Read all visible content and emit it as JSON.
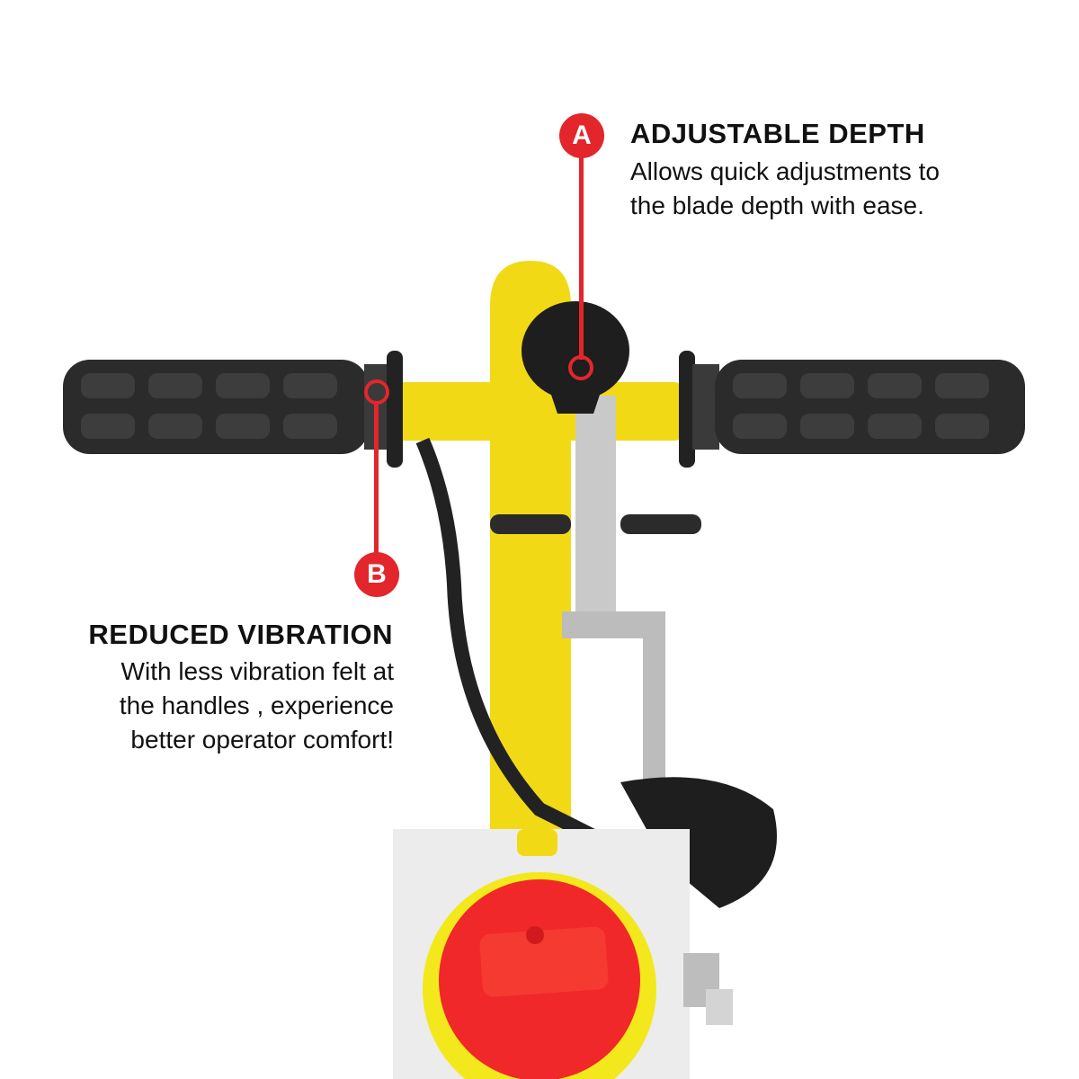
{
  "callouts": [
    {
      "marker": "A",
      "title": "ADJUSTABLE DEPTH",
      "body_lines": [
        "Allows quick adjustments to",
        "the blade depth with ease."
      ]
    },
    {
      "marker": "B",
      "title": "REDUCED VIBRATION",
      "body_lines": [
        "With less vibration felt at",
        "the handles , experience",
        "better operator comfort!"
      ]
    }
  ],
  "colors": {
    "marker_red": "#e3262b",
    "frame_yellow": "#f2d916",
    "grip_black": "#2b2b2b",
    "switch_red": "#f0282a",
    "panel_gray": "#ececec"
  }
}
